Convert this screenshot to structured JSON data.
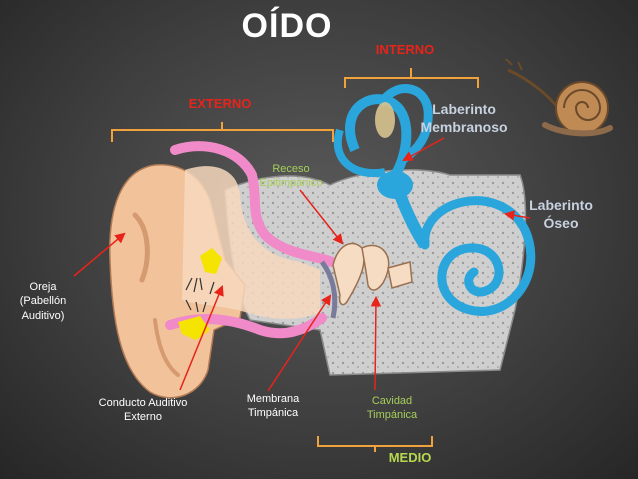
{
  "title": "OÍDO",
  "sections": {
    "externo": "EXTERNO",
    "interno": "INTERNO",
    "medio": "MEDIO"
  },
  "labels": {
    "oreja_line1": "Oreja",
    "oreja_line2": "(Pabellón",
    "oreja_line3": "Auditivo)",
    "conducto_line1": "Conducto Auditivo",
    "conducto_line2": "Externo",
    "membrana_line1": "Membrana",
    "membrana_line2": "Timpánica",
    "cavidad_line1": "Cavidad",
    "cavidad_line2": "Timpánica",
    "receso_line1": "Receso",
    "receso_line2": "Epitimpánico",
    "lab_membranoso_line1": "Laberinto",
    "lab_membranoso_line2": "Membranoso",
    "lab_oseo_line1": "Laberinto",
    "lab_oseo_line2": "Óseo"
  },
  "colors": {
    "section_externo": "#e8231a",
    "section_interno": "#e8231a",
    "section_medio": "#b6d84f",
    "arrow": "#e8231a",
    "bracket": "#f2a23a",
    "skin": "#f2c29a",
    "bone": "#c9c9c9",
    "membrane": "#f08ac8",
    "labyrinth": "#2aa6dc",
    "wax": "#f5e400"
  }
}
